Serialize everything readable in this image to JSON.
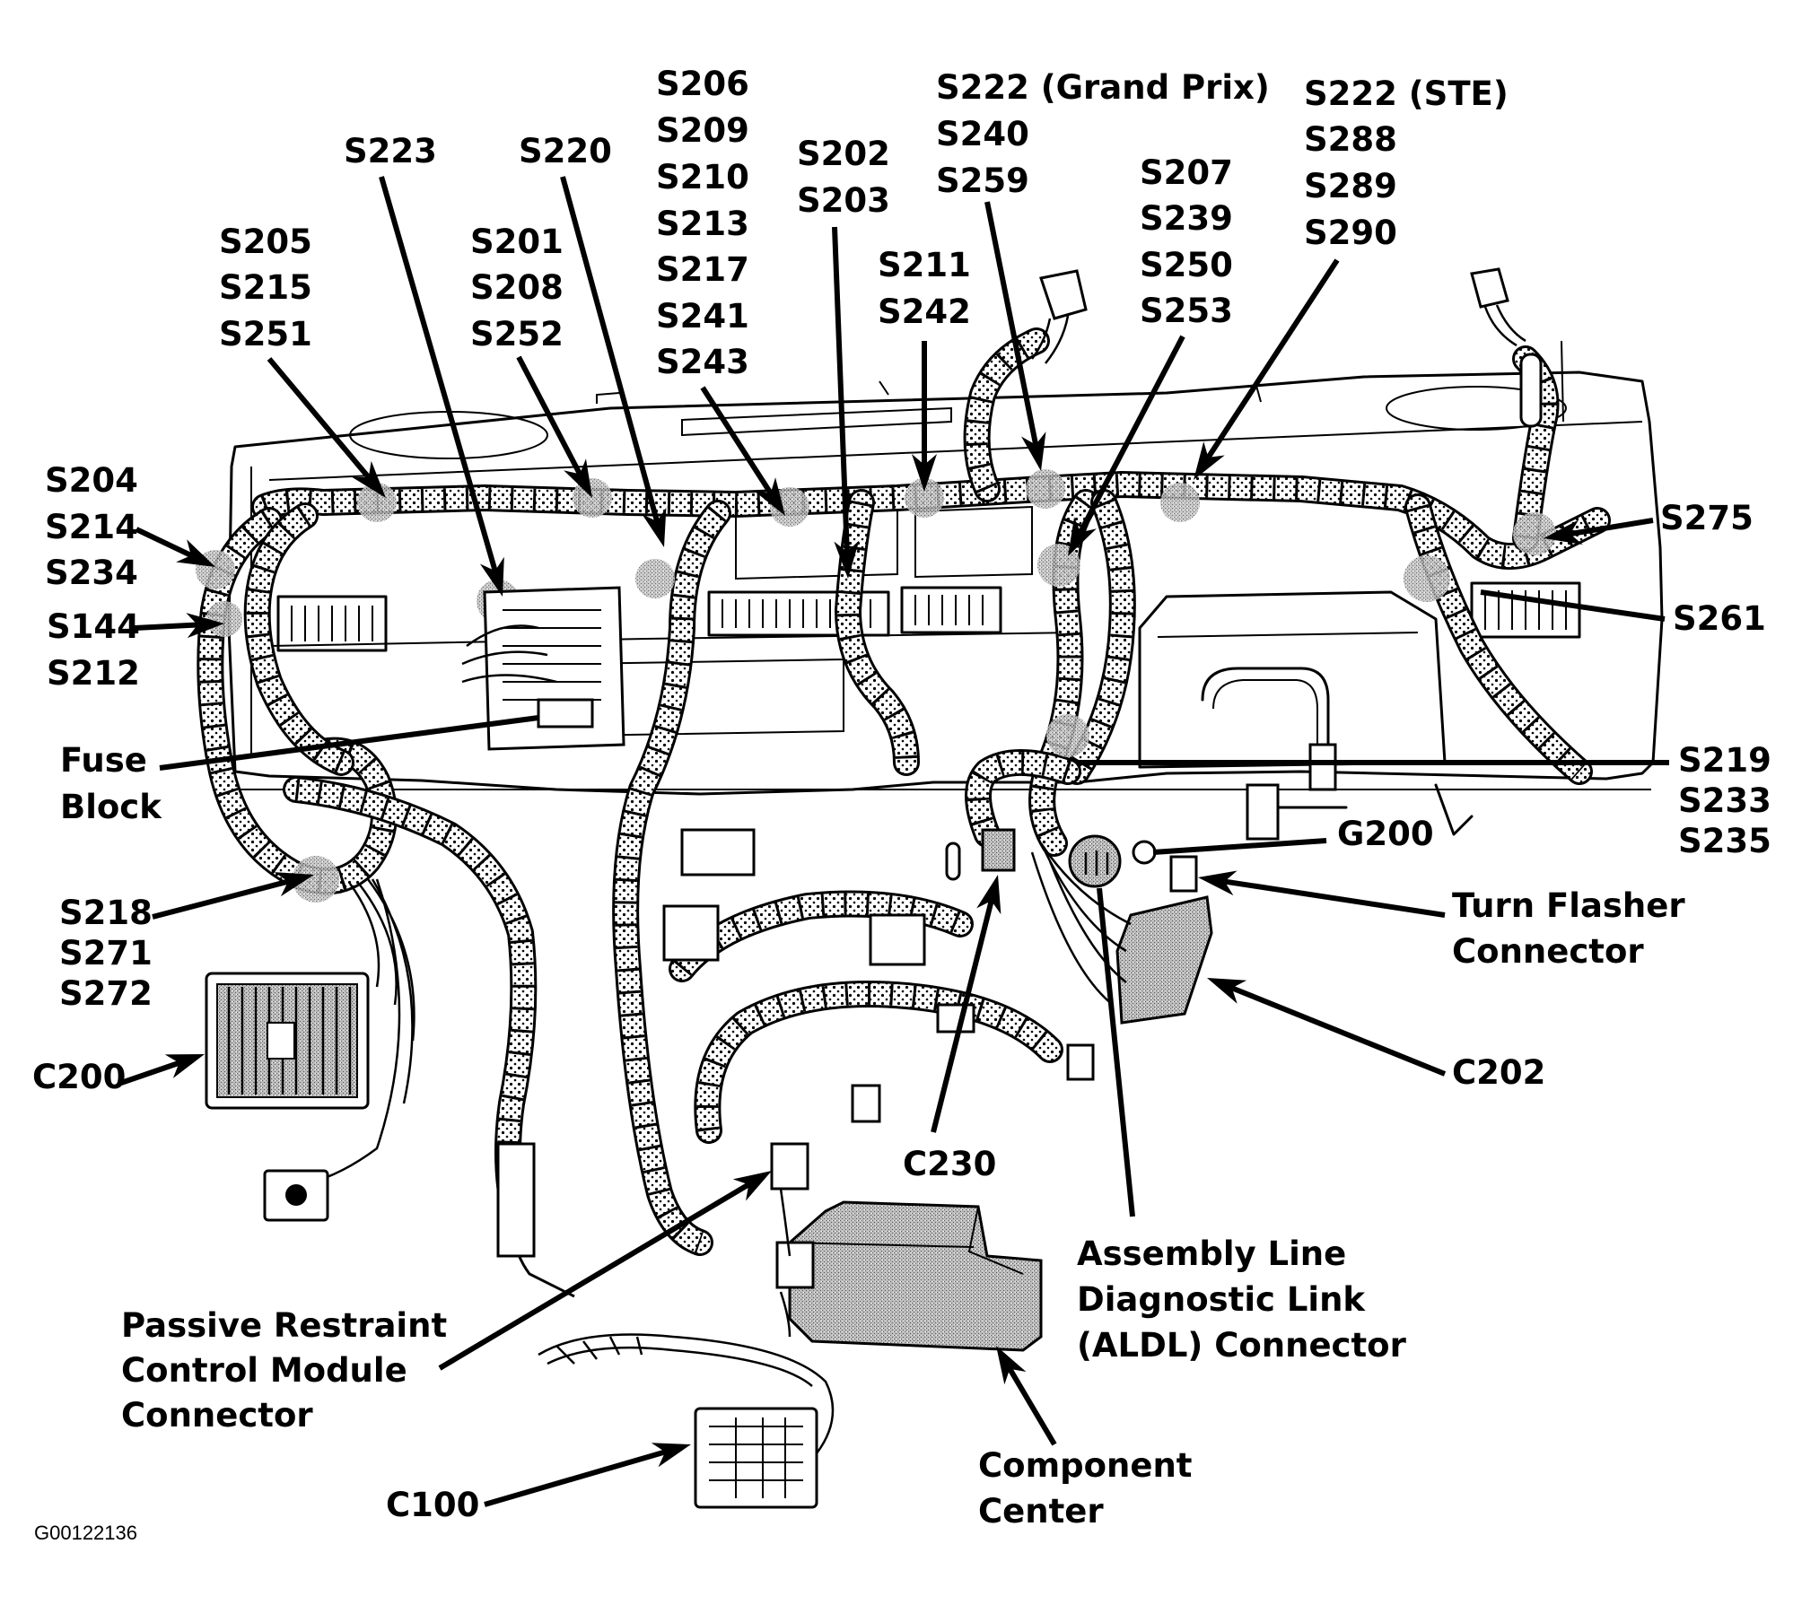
{
  "figure_id": "G00122136",
  "callouts": [
    {
      "id": "s223",
      "lines": [
        "S223"
      ]
    },
    {
      "id": "s220",
      "lines": [
        "S220"
      ]
    },
    {
      "id": "s206-group",
      "lines": [
        "S206",
        "S209",
        "S210",
        "S213",
        "S217",
        "S241",
        "S243"
      ]
    },
    {
      "id": "s202-group",
      "lines": [
        "S202",
        "S203"
      ]
    },
    {
      "id": "s222gp-group",
      "lines": [
        "S222 (Grand Prix)",
        "S240",
        "S259"
      ]
    },
    {
      "id": "s222ste-group",
      "lines": [
        "S222 (STE)",
        "S288",
        "S289",
        "S290"
      ]
    },
    {
      "id": "s205-group",
      "lines": [
        "S205",
        "S215",
        "S251"
      ]
    },
    {
      "id": "s201-group",
      "lines": [
        "S201",
        "S208",
        "S252"
      ]
    },
    {
      "id": "s211-group",
      "lines": [
        "S211",
        "S242"
      ]
    },
    {
      "id": "s207-group",
      "lines": [
        "S207",
        "S239",
        "S250",
        "S253"
      ]
    },
    {
      "id": "s204-group",
      "lines": [
        "S204",
        "S214",
        "S234"
      ]
    },
    {
      "id": "s144-group",
      "lines": [
        "S144",
        "S212"
      ]
    },
    {
      "id": "fuse-block",
      "lines": [
        "Fuse",
        "Block"
      ]
    },
    {
      "id": "s218-group",
      "lines": [
        "S218",
        "S271",
        "S272"
      ]
    },
    {
      "id": "c200",
      "lines": [
        "C200"
      ]
    },
    {
      "id": "s275",
      "lines": [
        "S275"
      ]
    },
    {
      "id": "s261",
      "lines": [
        "S261"
      ]
    },
    {
      "id": "s219-group",
      "lines": [
        "S219",
        "S233",
        "S235"
      ]
    },
    {
      "id": "g200",
      "lines": [
        "G200"
      ]
    },
    {
      "id": "turn-flasher",
      "lines": [
        "Turn Flasher",
        "Connector"
      ]
    },
    {
      "id": "c202",
      "lines": [
        "C202"
      ]
    },
    {
      "id": "c230",
      "lines": [
        "C230"
      ]
    },
    {
      "id": "aldl",
      "lines": [
        "Assembly Line",
        "Diagnostic Link",
        "(ALDL) Connector"
      ]
    },
    {
      "id": "prcm",
      "lines": [
        "Passive Restraint",
        "Control Module",
        "Connector"
      ]
    },
    {
      "id": "component-center",
      "lines": [
        "Component",
        "Center"
      ]
    },
    {
      "id": "c100",
      "lines": [
        "C100"
      ]
    }
  ]
}
